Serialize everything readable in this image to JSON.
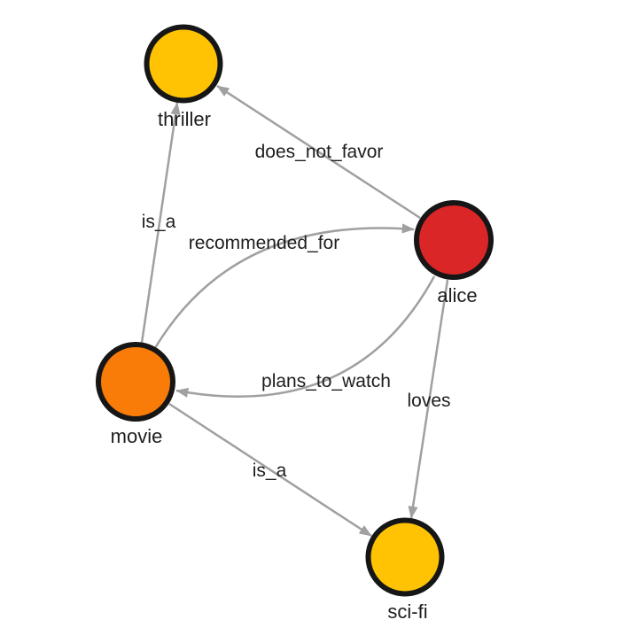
{
  "graph": {
    "theme": {
      "background_color": "#ffffff",
      "edge_color": "#a0a0a0",
      "node_border_color": "#161616",
      "label_color": "#1d1d1d"
    },
    "nodes": [
      {
        "id": "thriller",
        "label": "thriller",
        "color": "#ffc303"
      },
      {
        "id": "alice",
        "label": "alice",
        "color": "#db2627"
      },
      {
        "id": "movie",
        "label": "movie",
        "color": "#f97b08"
      },
      {
        "id": "sci-fi",
        "label": "sci-fi",
        "color": "#ffc303"
      }
    ],
    "edges": [
      {
        "from": "movie",
        "to": "thriller",
        "label": "is_a"
      },
      {
        "from": "alice",
        "to": "thriller",
        "label": "does_not_favor"
      },
      {
        "from": "movie",
        "to": "alice",
        "label": "recommended_for"
      },
      {
        "from": "alice",
        "to": "movie",
        "label": "plans_to_watch"
      },
      {
        "from": "alice",
        "to": "sci-fi",
        "label": "loves"
      },
      {
        "from": "movie",
        "to": "sci-fi",
        "label": "is_a"
      }
    ]
  }
}
